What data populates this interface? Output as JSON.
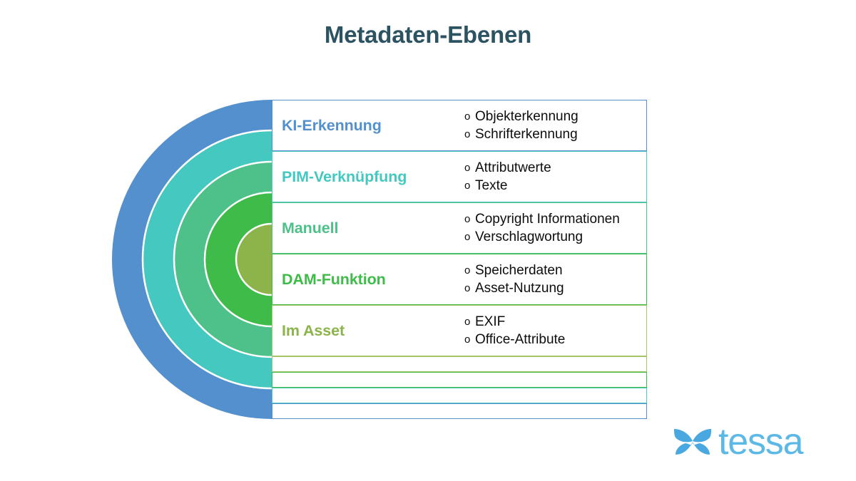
{
  "page": {
    "title": "Metadaten-Ebenen",
    "title_color": "#2b5361",
    "background": "#ffffff"
  },
  "diagram": {
    "type": "concentric-semicircles",
    "note": "Five nested half-circles, flat edge aligned with the left edge of the table; each ring aligns with one table row.",
    "layers": [
      {
        "label": "KI-Erkennung",
        "color": "#5590ce",
        "items": [
          "Objekterkennung",
          "Schrifterkennung"
        ]
      },
      {
        "label": "PIM-Verknüpfung",
        "color": "#45c8c0",
        "items": [
          "Attributwerte",
          "Texte"
        ]
      },
      {
        "label": "Manuell",
        "color": "#4ec08a",
        "items": [
          "Copyright Informationen",
          "Verschlagwortung"
        ]
      },
      {
        "label": "DAM-Funktion",
        "color": "#3fbb49",
        "items": [
          "Speicherdaten",
          "Asset-Nutzung"
        ]
      },
      {
        "label": "Im Asset",
        "color": "#8cb44a",
        "items": [
          "EXIF",
          "Office-Attribute"
        ]
      }
    ],
    "bullet_glyph": "o",
    "empty_rows": [
      {
        "border_color": "#8cb44a"
      },
      {
        "border_color": "#3fbb49"
      },
      {
        "border_color": "#4ec8c4"
      },
      {
        "border_color": "#5590ce"
      }
    ]
  },
  "logo": {
    "mark_name": "tessa-butterfly-mark",
    "wordmark": "tessa",
    "mark_color": "#4aa8e0",
    "word_color": "#5cb8e6"
  }
}
